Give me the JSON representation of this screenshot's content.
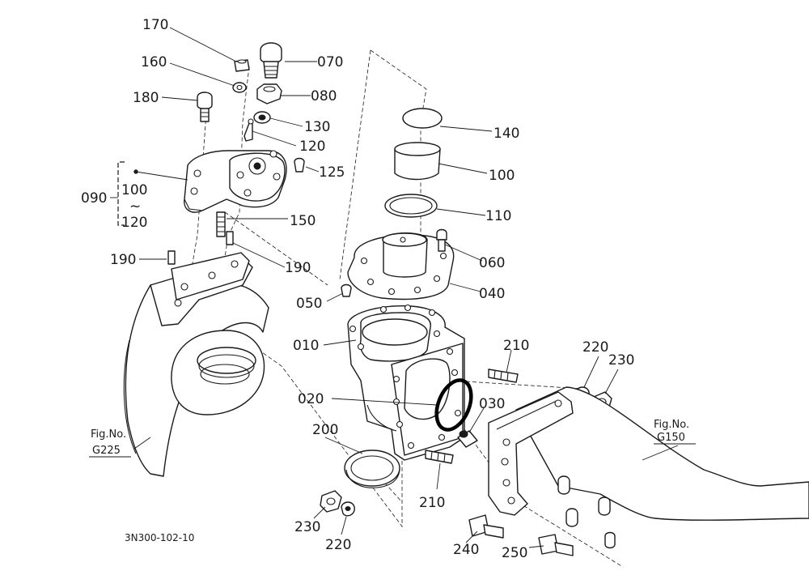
{
  "parts": {
    "p010": "010",
    "p020": "020",
    "p030": "030",
    "p040": "040",
    "p050": "050",
    "p060": "060",
    "p070": "070",
    "p080": "080",
    "p090": "090",
    "p100": "100",
    "p100b": "100",
    "p110": "110",
    "p120": "120",
    "p120b": "120",
    "p125": "125",
    "p130": "130",
    "p140": "140",
    "p150": "150",
    "p160": "160",
    "p170": "170",
    "p180": "180",
    "p190a": "190",
    "p190b": "190",
    "p200": "200",
    "p210a": "210",
    "p210b": "210",
    "p220a": "220",
    "p220b": "220",
    "p230a": "230",
    "p230b": "230",
    "p240": "240",
    "p250": "250"
  },
  "range_tilde": "~",
  "fig_refs": {
    "left_caption": "Fig.No.",
    "left_number": "G225",
    "right_caption": "Fig.No.",
    "right_number": "G150"
  },
  "drawing_code": "3N300-102-10"
}
